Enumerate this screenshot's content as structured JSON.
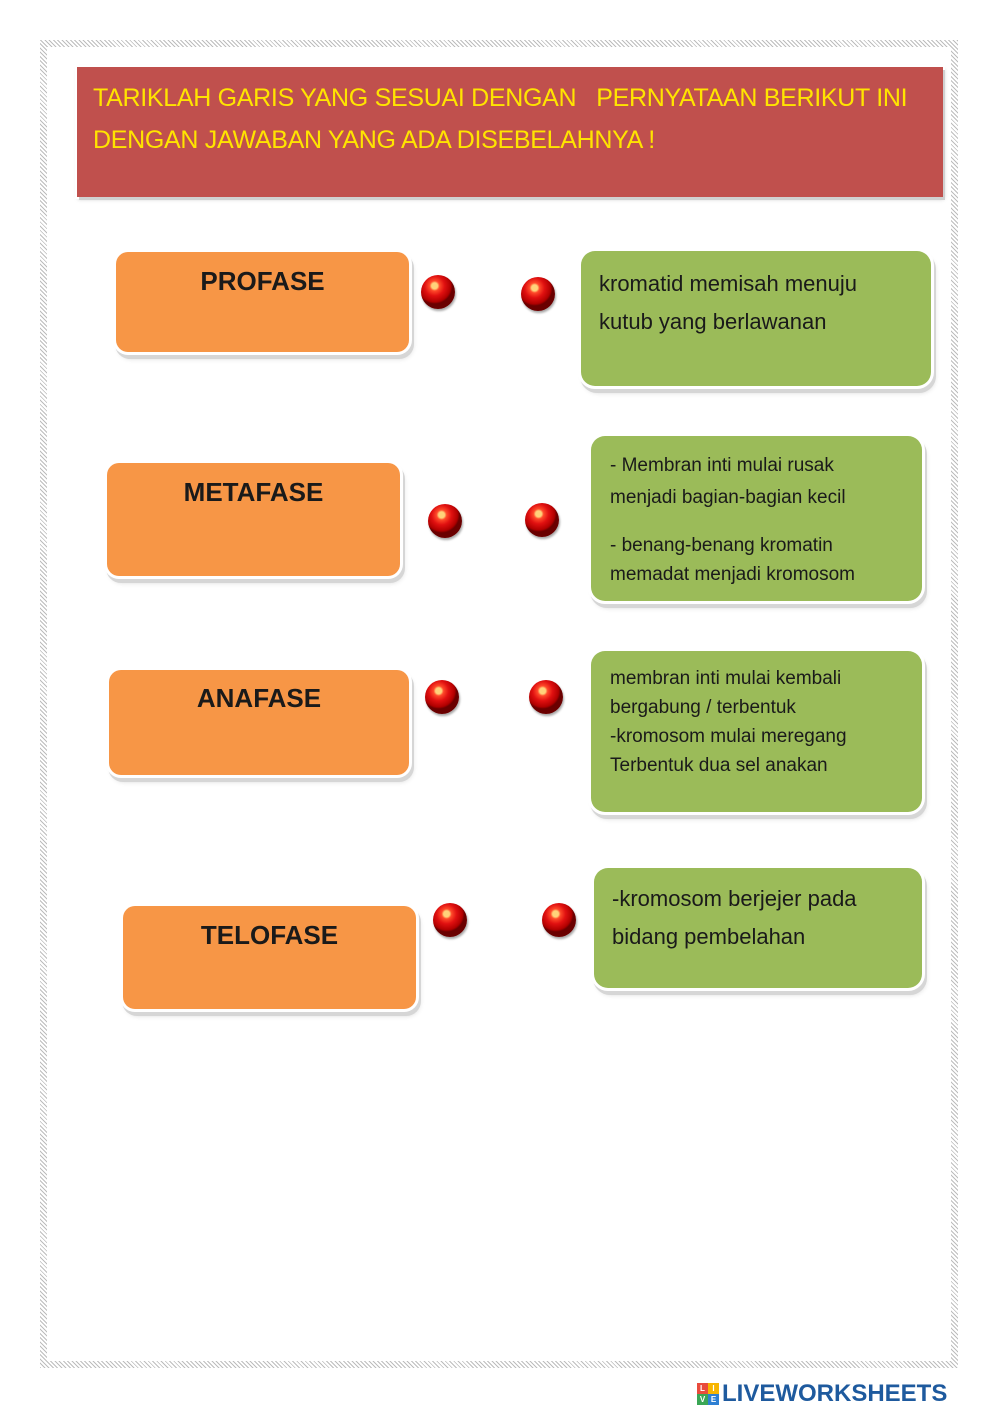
{
  "header": {
    "line1": "TARIKLAH GARIS YANG SESUAI DENGAN   PERNYATAAN BERIKUT INI",
    "line2": "DENGAN JAWABAN YANG ADA DISEBELAHNYA !"
  },
  "terms": [
    {
      "label": "PROFASE"
    },
    {
      "label": "METAFASE"
    },
    {
      "label": "ANAFASE"
    },
    {
      "label": "TELOFASE"
    }
  ],
  "descriptions": [
    {
      "lines": [
        "kromatid memisah menuju",
        "kutub yang berlawanan"
      ]
    },
    {
      "lines": [
        "- Membran inti mulai rusak",
        "menjadi bagian-bagian kecil",
        "- benang-benang kromatin",
        "memadat menjadi kromosom"
      ]
    },
    {
      "lines": [
        "membran inti mulai kembali",
        "bergabung  / terbentuk",
        "-kromosom mulai meregang",
        "Terbentuk dua sel anakan"
      ]
    },
    {
      "lines": [
        "-kromosom berjejer pada",
        "bidang pembelahan"
      ]
    }
  ],
  "footer": {
    "logo_letters": [
      "L",
      "I",
      "V",
      "E"
    ],
    "brand": "LIVEWORKSHEETS"
  },
  "colors": {
    "header_bg": "#c0504d",
    "header_text": "#ffe400",
    "term_bg": "#f79646",
    "desc_bg": "#9bbb59",
    "dot": "#e01010",
    "brand": "#1e5a9e"
  }
}
